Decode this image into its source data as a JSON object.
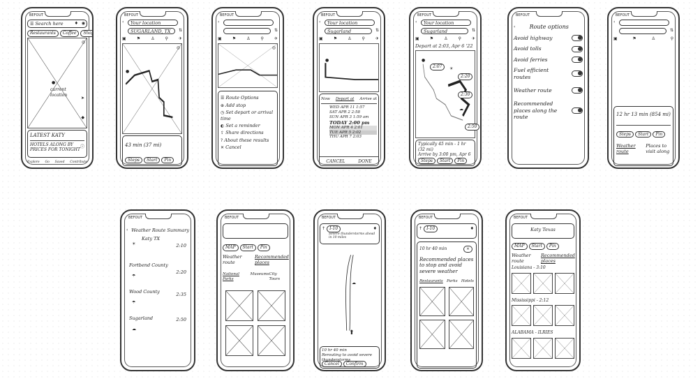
{
  "status_label": "BEFOUT",
  "screens": {
    "s1": {
      "search_placeholder": "Search here",
      "chips": [
        "Restaurants",
        "Coffee",
        "Shop"
      ],
      "current_location": "current location",
      "place_title": "LATEST KATY",
      "place_desc": "HOTELS ALONG BY PRICES FOR TONIGHT",
      "bottom_nav": [
        "Explore",
        "Go",
        "Saved",
        "Contribute"
      ]
    },
    "s2": {
      "from": "Your location",
      "to": "SUGARLAND, TX",
      "duration": "43 min (37 mi)",
      "actions": [
        "Steps",
        "Start",
        "Pin"
      ]
    },
    "s3": {
      "menu": [
        "Route Options",
        "Add stop",
        "Set depart or arrival time",
        "Set a reminder",
        "Share directions",
        "About these results",
        "Cancel"
      ]
    },
    "s4": {
      "from": "Your location",
      "to": "Sugarland",
      "tabs": [
        "Now",
        "Depart at",
        "Arrive at"
      ],
      "times": [
        "WED APR 11 1:57",
        "SAT APR 2 2:58",
        "SUN APR 3 1:59 am",
        "TODAY 2:00 pm",
        "MON APR 4 2:01",
        "TUE APR 5 2:02",
        "THU APR 7 2:03"
      ],
      "cancel": "CANCEL",
      "done": "DONE"
    },
    "s5": {
      "from": "Your location",
      "to": "Sugarland",
      "depart": "Depart at 2:03, Apr 6 '22",
      "badges": [
        "2:07",
        "2:20",
        "2:30",
        "2:50"
      ],
      "typical": "Typically 45 min - 1 hr (32 mi)",
      "arrive": "Arrive by 3:00 pm, Apr 6 '22",
      "actions": [
        "Steps",
        "Start",
        "Pin"
      ]
    },
    "s6": {
      "title": "Route options",
      "options": [
        "Avoid highway",
        "Avoid tolls",
        "Avoid ferries",
        "Fuel efficient routes",
        "Weather route",
        "Recommended places along the route"
      ]
    },
    "s7": {
      "summary": "12 hr 13 min (854 mi)",
      "actions": [
        "Steps",
        "Start",
        "Pin"
      ],
      "tabs": [
        "Weather route",
        "Places to visit along"
      ]
    },
    "s8": {
      "title": "Weather Route Summary",
      "stops": [
        {
          "name": "Katy TX",
          "time": "2:10"
        },
        {
          "name": "Fortbend County",
          "time": "2:20"
        },
        {
          "name": "Wood County",
          "time": "2:35"
        },
        {
          "name": "Sugarland",
          "time": "2:50"
        }
      ]
    },
    "s9": {
      "actions": [
        "MAP",
        "Start",
        "Pin"
      ],
      "tabs": [
        "Weather route",
        "Recommended places"
      ],
      "chips": [
        "National Parks",
        "Museums",
        "City Tours"
      ]
    },
    "s10": {
      "highway": "I-10",
      "alert": "Severe thunderstorms ahead in 10 miles",
      "reroute_time": "10 hr 40 min",
      "reroute": "Rerouting to avoid severe thunderstorms",
      "cancel": "Cancel",
      "confirm": "Confirm"
    },
    "s11": {
      "highway": "I-10",
      "eta": "10 hr 40 min",
      "text": "Recommended places to stop and avoid severe weather",
      "chips": [
        "Restaurants",
        "Parks",
        "Hotels"
      ]
    },
    "s12": {
      "title": "Katy Texas",
      "actions": [
        "MAP",
        "Start",
        "Pin"
      ],
      "tabs": [
        "Weather route",
        "Recommended places"
      ],
      "sections": [
        "Louisiana - 3:10",
        "Mississippi - 2:12",
        "ALABAMA - ILRIES"
      ]
    }
  }
}
